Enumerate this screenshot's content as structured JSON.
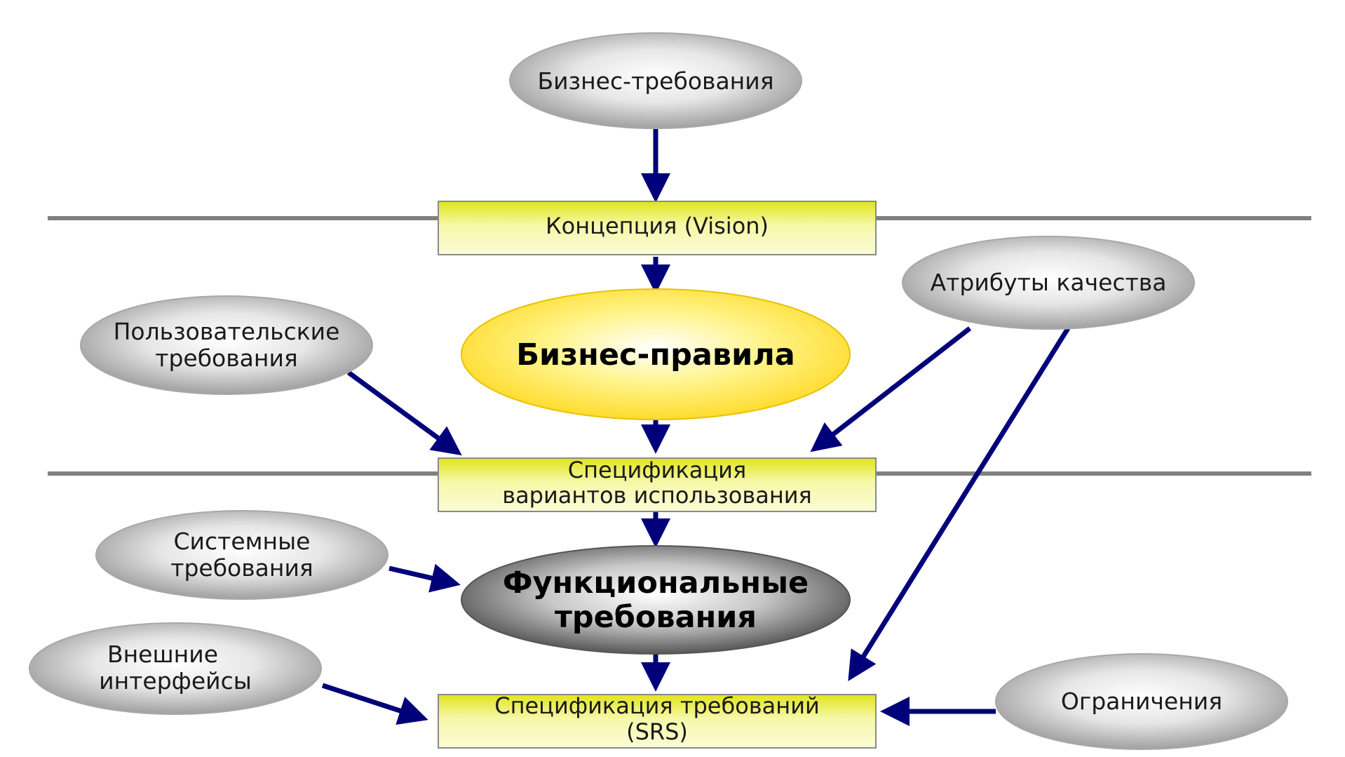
{
  "nodes": {
    "business_requirements": "Бизнес-требования",
    "vision": "Концепция (Vision)",
    "business_rules": "Бизнес-правила",
    "quality_attributes": "Атрибуты качества",
    "user_requirements": {
      "line1": "Пользовательские",
      "line2": "требования"
    },
    "use_case_spec": {
      "line1": "Спецификация",
      "line2": "вариантов использования"
    },
    "system_requirements": {
      "line1": "Системные",
      "line2": "требования"
    },
    "functional_requirements": {
      "line1": "Функциональные",
      "line2": "требования"
    },
    "external_interfaces": {
      "line1": "Внешние",
      "line2": "интерфейсы"
    },
    "srs": {
      "line1": "Спецификация требований",
      "line2": "(SRS)"
    },
    "constraints": "Ограничения"
  },
  "colors": {
    "arrow": "#00007a",
    "divider": "#808080",
    "box_fill": "#e2e81a",
    "box_border": "#8a8a8a",
    "ellipse_light": "#ffffff",
    "ellipse_dark": "#8a8a8a",
    "business_rules_fill": "#ffd81c",
    "functional_dark": "#2e2e2e"
  }
}
